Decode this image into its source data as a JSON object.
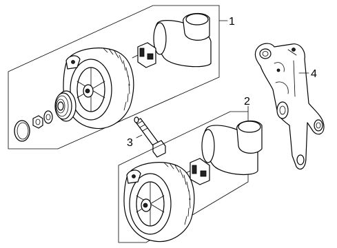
{
  "callouts": [
    {
      "id": "1",
      "label": "1"
    },
    {
      "id": "2",
      "label": "2"
    },
    {
      "id": "3",
      "label": "3"
    },
    {
      "id": "4",
      "label": "4"
    }
  ],
  "icons": {
    "alternator": "alternator-assembly",
    "pulley": "pulley",
    "nut": "hex-nut",
    "snap_ring": "snap-ring",
    "regulator": "voltage-regulator",
    "cover": "rear-cover",
    "bolt": "mounting-bolt",
    "bracket": "mounting-bracket"
  },
  "colors": {
    "line": "#000000",
    "background": "#ffffff"
  }
}
